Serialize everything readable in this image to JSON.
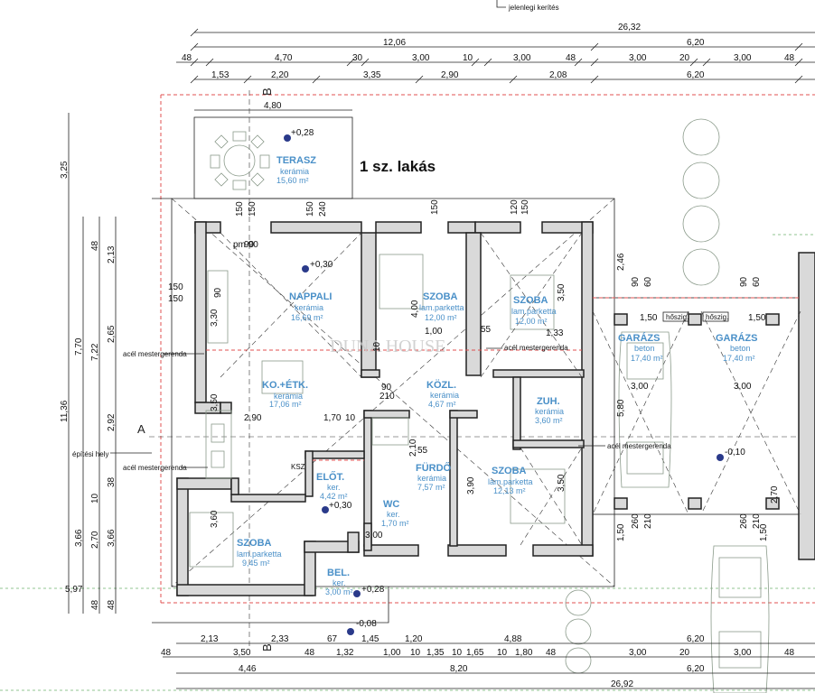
{
  "header": {
    "fence_note": "jelenlegi kerítés"
  },
  "title": "1 sz. lakás",
  "watermark": "DUNA HOUSE",
  "axes": {
    "a_left": "A",
    "b_top": "B",
    "b_bottom": "B"
  },
  "top_dims": {
    "overall": "26,32",
    "row2": [
      "12,06",
      "6,20"
    ],
    "row3": [
      "48",
      "4,70",
      "30",
      "3,00",
      "10",
      "3,00",
      "48",
      "3,00",
      "20",
      "3,00",
      "48"
    ],
    "row4": [
      "1,53",
      "2,20",
      "3,35",
      "2,90",
      "2,08",
      "6,20"
    ],
    "terrace": "4,80"
  },
  "bottom_dims": {
    "row1": [
      "2,13",
      "2,33",
      "67",
      "1,45",
      "1,20",
      "4,88",
      "6,20"
    ],
    "row2": [
      "48",
      "3,50",
      "48",
      "1,32",
      "1,00",
      "10",
      "1,35",
      "10",
      "1,65",
      "10",
      "1,80",
      "48",
      "3,00",
      "20",
      "3,00",
      "48"
    ],
    "row3": [
      "4,46",
      "8,20",
      "6,20"
    ],
    "overall": "26,92"
  },
  "left_dims": [
    "3,25",
    "48",
    "2,13",
    "7,70",
    "7,22",
    "2,65",
    "11,36",
    "2,92",
    "10",
    "38",
    "3,66",
    "2,70",
    "3,66",
    "5,97",
    "48",
    "48"
  ],
  "rooms": [
    {
      "name": "TERASZ",
      "floor": "kerámia",
      "area": "15,60 m²"
    },
    {
      "name": "NAPPALI",
      "floor": "kerámia",
      "area": "16,69 m²"
    },
    {
      "name": "SZOBA",
      "floor": "lam.parketta",
      "area": "12,00 m²"
    },
    {
      "name": "SZOBA",
      "floor": "lam.parketta",
      "area": "12,00 m²"
    },
    {
      "name": "KO.+ÉTK.",
      "floor": "kerámia",
      "area": "17,06 m²"
    },
    {
      "name": "KÖZL.",
      "floor": "kerámia",
      "area": "4,67 m²"
    },
    {
      "name": "ZUH.",
      "floor": "kerámia",
      "area": "3,60 m²"
    },
    {
      "name": "ELŐT.",
      "floor": "ker.",
      "area": "4,42 m²"
    },
    {
      "name": "FÜRDŐ",
      "floor": "kerámia",
      "area": "7,57 m²"
    },
    {
      "name": "SZOBA",
      "floor": "lam.parketta",
      "area": "12,13 m²"
    },
    {
      "name": "WC",
      "floor": "ker.",
      "area": "1,70 m²"
    },
    {
      "name": "SZOBA",
      "floor": "lam.parketta",
      "area": "9,45 m²"
    },
    {
      "name": "BEL.",
      "floor": "ker.",
      "area": "3,00 m²"
    },
    {
      "name": "GARÁZS",
      "floor": "beton",
      "area": "17,40 m²"
    },
    {
      "name": "GARÁZS",
      "floor": "beton",
      "area": "17,40 m²"
    }
  ],
  "levels": [
    "+0,28",
    "+0,30",
    "+0,30",
    "+0,28",
    "-0,08",
    "-0,10"
  ],
  "notes": {
    "beam1": "acél mestergerenda",
    "beam2": "acél mestergerenda",
    "beam3": "acél mestergerenda",
    "beam4": "acél mestergerenda",
    "build_place": "építési hely",
    "ksz": "KSZ",
    "hoszig1": "hőszig.",
    "hoszig2": "hőszig.",
    "pm": "pm 90"
  },
  "inner_dims": [
    "150",
    "240",
    "150",
    "150",
    "120",
    "150",
    "150",
    "90",
    "150",
    "150",
    "90",
    "4,00",
    "1,00",
    "55",
    "3,50",
    "1,33",
    "2,46",
    "90",
    "60",
    "90",
    "60",
    "1,50",
    "1,50",
    "3,00",
    "3,00",
    "5,80",
    "3,30",
    "3,50",
    "2,90",
    "1,70",
    "10",
    "210",
    "90",
    "55",
    "2,10",
    "3,90",
    "3,50",
    "3,60",
    "2,70",
    "1,50",
    "260",
    "210",
    "260",
    "210",
    "1,50",
    "3,00",
    "10"
  ]
}
